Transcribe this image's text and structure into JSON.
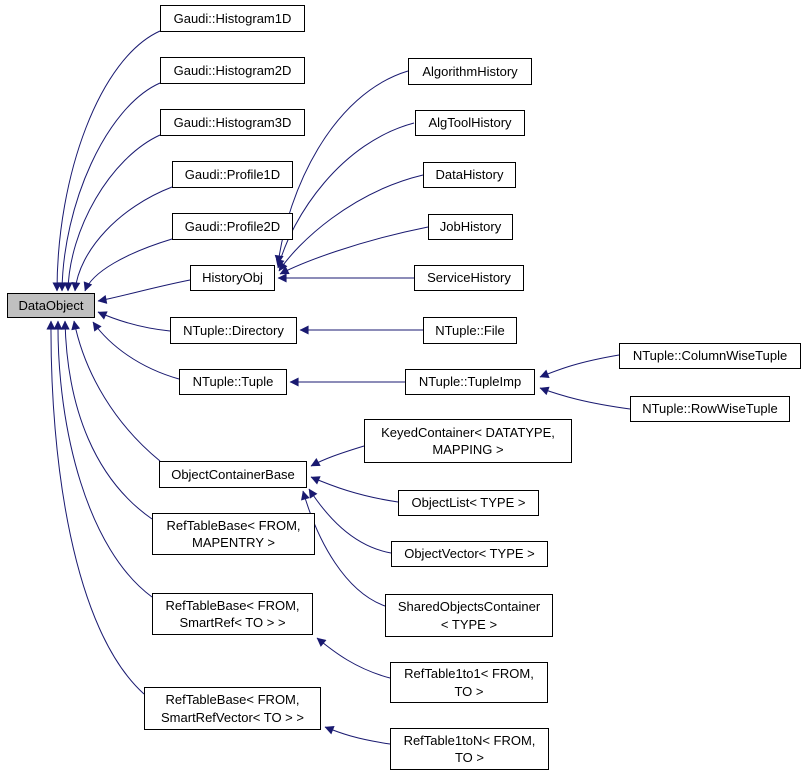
{
  "diagram": {
    "type": "inheritance-graph",
    "colors": {
      "edge": "#191970",
      "node_border": "#000000",
      "node_fill": "#ffffff",
      "root_fill": "#c0c0c0",
      "text": "#000000"
    },
    "nodes": {
      "dataobject": {
        "label": "DataObject"
      },
      "histogram1d": {
        "label": "Gaudi::Histogram1D"
      },
      "histogram2d": {
        "label": "Gaudi::Histogram2D"
      },
      "histogram3d": {
        "label": "Gaudi::Histogram3D"
      },
      "profile1d": {
        "label": "Gaudi::Profile1D"
      },
      "profile2d": {
        "label": "Gaudi::Profile2D"
      },
      "historyobj": {
        "label": "HistoryObj"
      },
      "ntuple_directory": {
        "label": "NTuple::Directory"
      },
      "ntuple_tuple": {
        "label": "NTuple::Tuple"
      },
      "objectcontainerbase": {
        "label": "ObjectContainerBase"
      },
      "reftable_mapentry": {
        "label": "RefTableBase< FROM,\nMAPENTRY >"
      },
      "reftable_smartref": {
        "label": "RefTableBase< FROM,\nSmartRef< TO > >"
      },
      "reftable_smartrefvector": {
        "label": "RefTableBase< FROM,\nSmartRefVector< TO > >"
      },
      "algorithmhistory": {
        "label": "AlgorithmHistory"
      },
      "algtoolhistory": {
        "label": "AlgToolHistory"
      },
      "datahistory": {
        "label": "DataHistory"
      },
      "jobhistory": {
        "label": "JobHistory"
      },
      "servicehistory": {
        "label": "ServiceHistory"
      },
      "ntuple_file": {
        "label": "NTuple::File"
      },
      "ntuple_tupleimp": {
        "label": "NTuple::TupleImp"
      },
      "ntuple_columnwisetuple": {
        "label": "NTuple::ColumnWiseTuple"
      },
      "ntuple_rowwisetuple": {
        "label": "NTuple::RowWiseTuple"
      },
      "keyedcontainer": {
        "label": "KeyedContainer< DATATYPE,\nMAPPING >"
      },
      "objectlist": {
        "label": "ObjectList< TYPE >"
      },
      "objectvector": {
        "label": "ObjectVector< TYPE >"
      },
      "sharedobjectscontainer": {
        "label": "SharedObjectsContainer\n< TYPE >"
      },
      "reftable1to1": {
        "label": "RefTable1to1< FROM,\nTO >"
      },
      "reftable1ton": {
        "label": "RefTable1toN< FROM,\nTO >"
      }
    },
    "edges": [
      {
        "from": "histogram1d",
        "to": "dataobject"
      },
      {
        "from": "histogram2d",
        "to": "dataobject"
      },
      {
        "from": "histogram3d",
        "to": "dataobject"
      },
      {
        "from": "profile1d",
        "to": "dataobject"
      },
      {
        "from": "profile2d",
        "to": "dataobject"
      },
      {
        "from": "historyobj",
        "to": "dataobject"
      },
      {
        "from": "ntuple_directory",
        "to": "dataobject"
      },
      {
        "from": "ntuple_tuple",
        "to": "dataobject"
      },
      {
        "from": "objectcontainerbase",
        "to": "dataobject"
      },
      {
        "from": "reftable_mapentry",
        "to": "dataobject"
      },
      {
        "from": "reftable_smartref",
        "to": "dataobject"
      },
      {
        "from": "reftable_smartrefvector",
        "to": "dataobject"
      },
      {
        "from": "algorithmhistory",
        "to": "historyobj"
      },
      {
        "from": "algtoolhistory",
        "to": "historyobj"
      },
      {
        "from": "datahistory",
        "to": "historyobj"
      },
      {
        "from": "jobhistory",
        "to": "historyobj"
      },
      {
        "from": "servicehistory",
        "to": "historyobj"
      },
      {
        "from": "ntuple_file",
        "to": "ntuple_directory"
      },
      {
        "from": "ntuple_tupleimp",
        "to": "ntuple_tuple"
      },
      {
        "from": "ntuple_columnwisetuple",
        "to": "ntuple_tupleimp"
      },
      {
        "from": "ntuple_rowwisetuple",
        "to": "ntuple_tupleimp"
      },
      {
        "from": "keyedcontainer",
        "to": "objectcontainerbase"
      },
      {
        "from": "objectlist",
        "to": "objectcontainerbase"
      },
      {
        "from": "objectvector",
        "to": "objectcontainerbase"
      },
      {
        "from": "sharedobjectscontainer",
        "to": "objectcontainerbase"
      },
      {
        "from": "reftable1to1",
        "to": "reftable_smartref"
      },
      {
        "from": "reftable1ton",
        "to": "reftable_smartrefvector"
      }
    ]
  }
}
